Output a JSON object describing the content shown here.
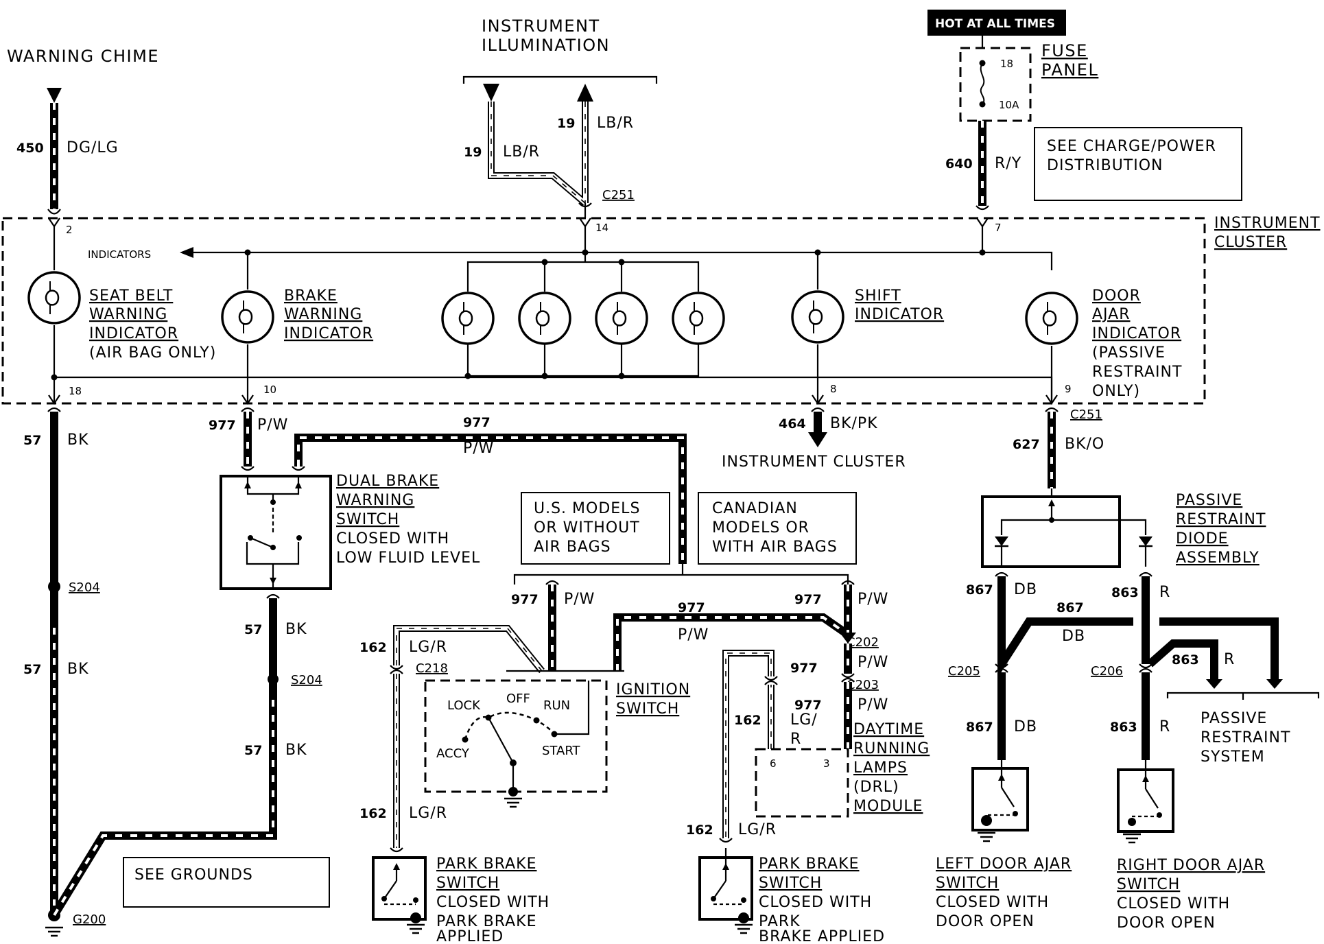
{
  "top": {
    "warning_chime": "WARNING CHIME",
    "instrument_illumination_1": "INSTRUMENT",
    "instrument_illumination_2": "ILLUMINATION",
    "hot_at_all_times": "HOT AT ALL TIMES",
    "fuse_panel_1": "FUSE",
    "fuse_panel_2": "PANEL",
    "fuse_no": "18",
    "fuse_amp": "10A",
    "see_charge_1": "SEE CHARGE/POWER",
    "see_charge_2": "DISTRIBUTION"
  },
  "wires": {
    "w450": {
      "num": "450",
      "color": "DG/LG"
    },
    "w19a": {
      "num": "19",
      "color": "LB/R"
    },
    "w19b": {
      "num": "19",
      "color": "LB/R"
    },
    "w640": {
      "num": "640",
      "color": "R/Y"
    },
    "w57a": {
      "num": "57",
      "color": "BK"
    },
    "w977a": {
      "num": "977",
      "color": "P/W"
    },
    "w977b": {
      "num": "977",
      "color": "P/W"
    },
    "w464": {
      "num": "464",
      "color": "BK/PK"
    },
    "w627": {
      "num": "627",
      "color": "BK/O"
    },
    "w57b": {
      "num": "57",
      "color": "BK"
    },
    "w57c": {
      "num": "57",
      "color": "BK"
    },
    "w57d": {
      "num": "57",
      "color": "BK"
    },
    "w977c": {
      "num": "977",
      "color": "P/W"
    },
    "w977d": {
      "num": "977",
      "color": "P/W"
    },
    "w977e": {
      "num": "977",
      "color": "P/W"
    },
    "w977f": {
      "num": "977",
      "color": "P/W"
    },
    "w977g": {
      "num": "977",
      "color": "P/W"
    },
    "w162a": {
      "num": "162",
      "color": "LG/R"
    },
    "w162b": {
      "num": "162",
      "color": "LG/R"
    },
    "w162c": {
      "num": "162",
      "color": "LG/R"
    },
    "w162d": {
      "num": "162",
      "color": "LG/R"
    },
    "w977g_c1": "LG/",
    "w977g_c2": "R",
    "w867a": {
      "num": "867",
      "color": "DB"
    },
    "w867b": {
      "num": "867",
      "color": "DB"
    },
    "w867c": {
      "num": "867",
      "color": "DB"
    },
    "w863a": {
      "num": "863",
      "color": "R"
    },
    "w863b": {
      "num": "863",
      "color": "R"
    },
    "w863c": {
      "num": "863",
      "color": "R"
    }
  },
  "connectors": {
    "c251_top": "C251",
    "c251_right": "C251",
    "c218": "C218",
    "c202": "C202",
    "c203": "C203",
    "c205": "C205",
    "c206": "C206",
    "s204a": "S204",
    "s204b": "S204",
    "g200": "G200"
  },
  "pins": {
    "p2": "2",
    "p14": "14",
    "p7": "7",
    "p18": "18",
    "p10": "10",
    "p8": "8",
    "p9": "9",
    "p6": "6",
    "p3": "3"
  },
  "cluster": {
    "title_1": "INSTRUMENT",
    "title_2": "CLUSTER",
    "indicators": "INDICATORS",
    "seat_belt_1": "SEAT BELT",
    "seat_belt_2": "WARNING",
    "seat_belt_3": "INDICATOR",
    "seat_belt_4": "(AIR BAG ONLY)",
    "brake_1": "BRAKE",
    "brake_2": "WARNING",
    "brake_3": "INDICATOR",
    "shift_1": "SHIFT",
    "shift_2": "INDICATOR",
    "door_1": "DOOR",
    "door_2": "AJAR",
    "door_3": "INDICATOR",
    "door_4": "(PASSIVE",
    "door_5": "RESTRAINT",
    "door_6": "ONLY)",
    "to_instrument_cluster": "INSTRUMENT CLUSTER"
  },
  "components": {
    "dual_brake_1": "DUAL BRAKE",
    "dual_brake_2": "WARNING",
    "dual_brake_3": "SWITCH",
    "dual_brake_4": "CLOSED WITH",
    "dual_brake_5": "LOW FLUID LEVEL",
    "us_models_1": "U.S. MODELS",
    "us_models_2": "OR WITHOUT",
    "us_models_3": "AIR BAGS",
    "canadian_1": "CANADIAN",
    "canadian_2": "MODELS OR",
    "canadian_3": "WITH AIR BAGS",
    "passive_diode_1": "PASSIVE",
    "passive_diode_2": "RESTRAINT",
    "passive_diode_3": "DIODE",
    "passive_diode_4": "ASSEMBLY",
    "ignition_1": "IGNITION",
    "ignition_2": "SWITCH",
    "ign_lock": "LOCK",
    "ign_off": "OFF",
    "ign_run": "RUN",
    "ign_accy": "ACCY",
    "ign_start": "START",
    "drl_1": "DAYTIME",
    "drl_2": "RUNNING",
    "drl_3": "LAMPS",
    "drl_4": "(DRL)",
    "drl_5": "MODULE",
    "passive_sys_1": "PASSIVE",
    "passive_sys_2": "RESTRAINT",
    "passive_sys_3": "SYSTEM",
    "see_grounds": "SEE GROUNDS",
    "pb1_1": "PARK BRAKE",
    "pb1_2": "SWITCH",
    "pb1_3": "CLOSED WITH",
    "pb1_4": "PARK BRAKE",
    "pb1_5": "APPLIED",
    "pb2_1": "PARK BRAKE",
    "pb2_2": "SWITCH",
    "pb2_3": "CLOSED WITH",
    "pb2_4": "PARK",
    "pb2_5": "BRAKE APPLIED",
    "ld_1": "LEFT DOOR AJAR",
    "ld_2": "SWITCH",
    "ld_3": "CLOSED WITH",
    "ld_4": "DOOR OPEN",
    "rd_1": "RIGHT DOOR AJAR",
    "rd_2": "SWITCH",
    "rd_3": "CLOSED WITH",
    "rd_4": "DOOR OPEN"
  }
}
